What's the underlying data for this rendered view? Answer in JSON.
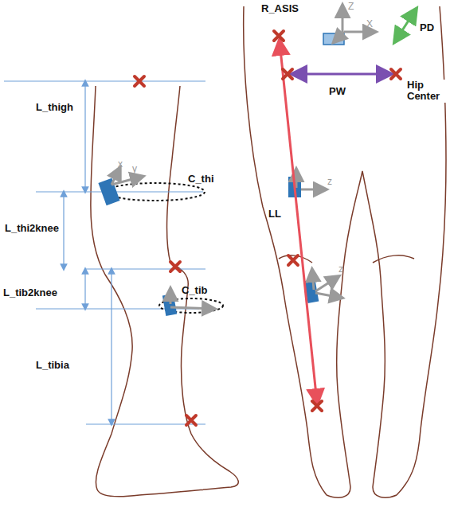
{
  "diagram": {
    "labels": [
      "L_thigh",
      "C_thi",
      "L_thi2knee",
      "L_tib2knee",
      "C_tib",
      "L_tibia",
      "R_ASIS",
      "PD",
      "PW",
      "Hip Center",
      "LL",
      "x",
      "y",
      "Z",
      "X",
      "z",
      "z"
    ]
  }
}
